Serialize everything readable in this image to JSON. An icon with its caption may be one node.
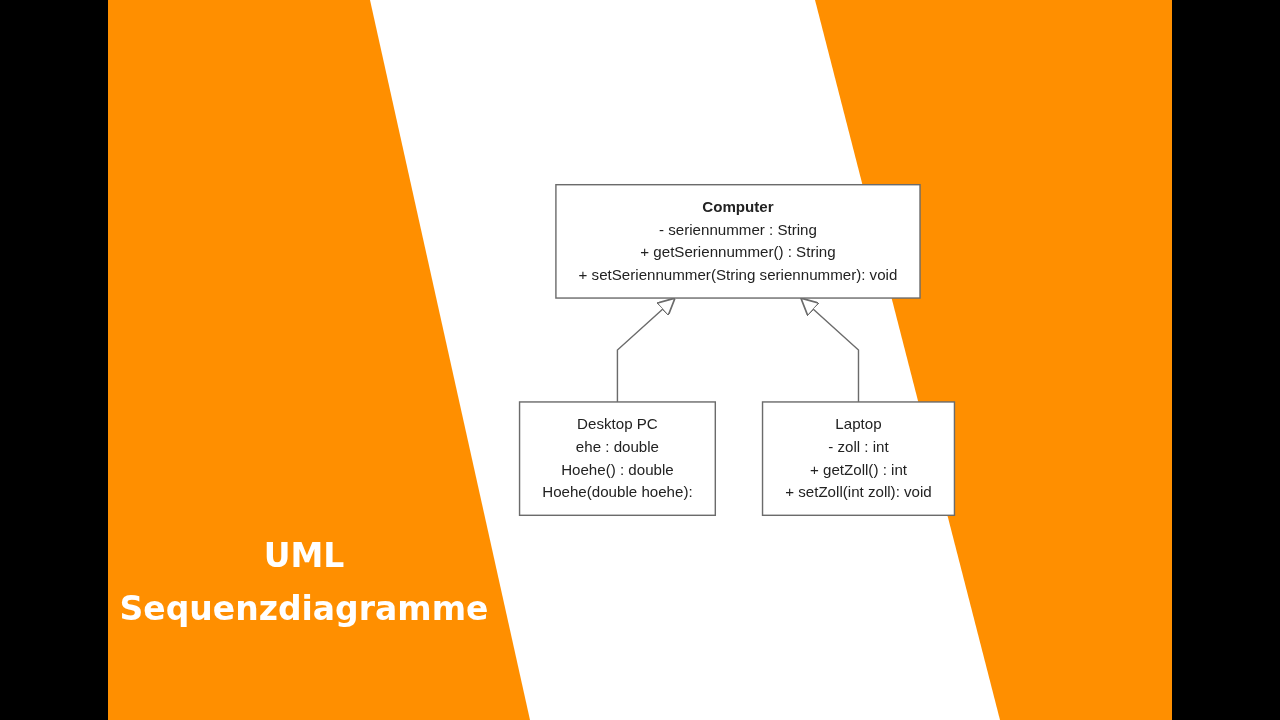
{
  "diagram": {
    "title": "UML Sequenzdiagramme",
    "nodes": [
      {
        "text": [
          "Computer",
          "- seriennummer : String",
          "+ getSeriennummer() : String",
          "+ setSeriennummer(String seriennummer): void"
        ]
      },
      {
        "text": [
          "Desktop PC",
          "ehe : double",
          "Hoehe() : double",
          "Hoehe(double hoehe):"
        ]
      },
      {
        "text": [
          "Laptop",
          "- zoll : int",
          "+ getZoll() : int",
          "+ setZoll(int zoll): void"
        ]
      }
    ],
    "edges": [
      {
        "from": 1,
        "to": 0,
        "arrow": "to"
      },
      {
        "from": 2,
        "to": 0,
        "arrow": "to"
      }
    ]
  }
}
